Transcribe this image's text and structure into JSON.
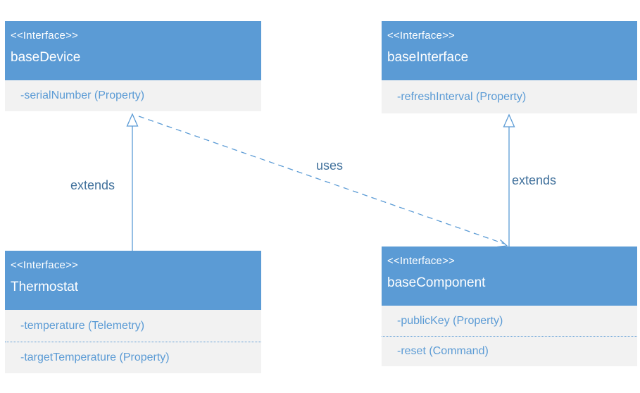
{
  "diagram": {
    "colors": {
      "node_header_bg": "#5B9BD5",
      "node_body_bg": "#F2F2F2",
      "member_text": "#5B9BD5",
      "header_text": "#FFFFFF",
      "edge_label_text": "#41719C",
      "edge_line": "#5B9BD5",
      "background": "#FFFFFF"
    },
    "nodes": [
      {
        "id": "baseDevice",
        "stereotype": "<<Interface>>",
        "name": "baseDevice",
        "members": [
          "-serialNumber (Property)"
        ]
      },
      {
        "id": "baseInterface",
        "stereotype": "<<Interface>>",
        "name": "baseInterface",
        "members": [
          "-refreshInterval (Property)"
        ]
      },
      {
        "id": "Thermostat",
        "stereotype": "<<Interface>>",
        "name": "Thermostat",
        "members": [
          "-temperature (Telemetry)",
          "-targetTemperature (Property)"
        ]
      },
      {
        "id": "baseComponent",
        "stereotype": "<<Interface>>",
        "name": "baseComponent",
        "members": [
          "-publicKey (Property)",
          "-reset (Command)"
        ]
      }
    ],
    "edges": [
      {
        "label": "extends",
        "from": "Thermostat",
        "to": "baseDevice",
        "line_style": "solid",
        "arrowhead": "hollow-triangle"
      },
      {
        "label": "extends",
        "from": "baseComponent",
        "to": "baseInterface",
        "line_style": "solid",
        "arrowhead": "hollow-triangle"
      },
      {
        "label": "uses",
        "from": "baseDevice",
        "to": "baseComponent",
        "line_style": "dashed",
        "arrowhead": "open"
      }
    ]
  }
}
